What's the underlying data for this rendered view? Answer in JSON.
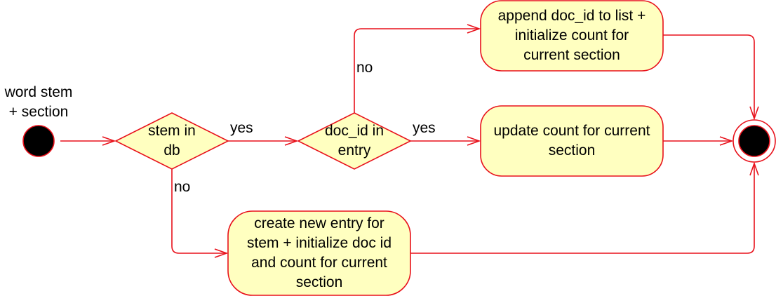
{
  "diagram": {
    "colors": {
      "stroke": "#e8111b",
      "fill": "#ffffc0",
      "node": "#000000",
      "background": "#ffffff"
    },
    "start_label_line1": "word stem",
    "start_label_line2": "+ section",
    "decision1": {
      "line1": "stem in",
      "line2": "db"
    },
    "decision2": {
      "line1": "doc_id in",
      "line2": "entry"
    },
    "action_append": {
      "line1": "append doc_id to list +",
      "line2": "initialize count for",
      "line3": "current section"
    },
    "action_update": {
      "line1": "update count for current",
      "line2": "section"
    },
    "action_create": {
      "line1": "create new entry for",
      "line2": "stem + initialize doc id",
      "line3": "and count for current",
      "line4": "section"
    },
    "edge_labels": {
      "d1_yes": "yes",
      "d1_no": "no",
      "d2_yes": "yes",
      "d2_no": "no"
    }
  }
}
